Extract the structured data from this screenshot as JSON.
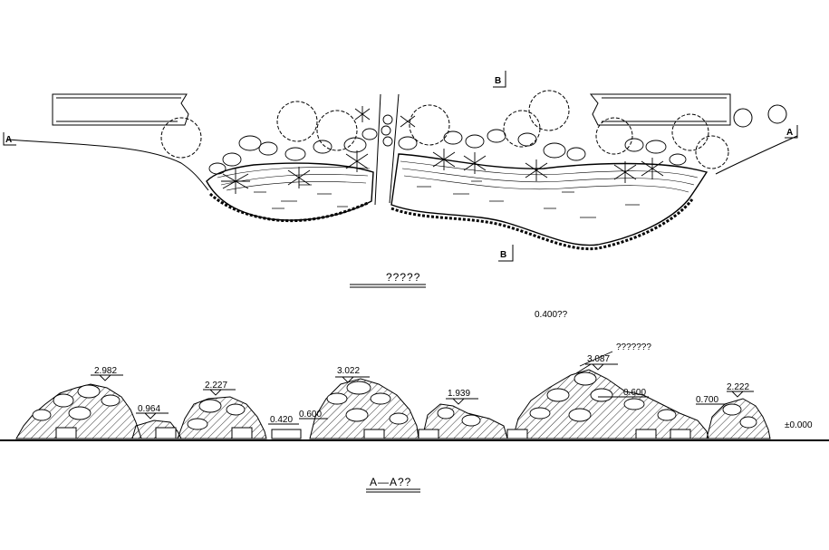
{
  "plan": {
    "title": "?????",
    "section_mark_left": "A",
    "section_mark_right": "A",
    "section_mark_top": "B",
    "section_mark_bottom": "B"
  },
  "note_top": "0.400??",
  "callout_note": "???????",
  "section": {
    "title": "A—A??",
    "datum_label": "±0.000",
    "elevations": [
      {
        "label": "2.982"
      },
      {
        "label": "0.964"
      },
      {
        "label": "2.227"
      },
      {
        "label": "0.420"
      },
      {
        "label": "0.600"
      },
      {
        "label": "3.022"
      },
      {
        "label": "1.939"
      },
      {
        "label": "3.087"
      },
      {
        "label": "0.600"
      },
      {
        "label": "0.700"
      },
      {
        "label": "2.222"
      }
    ]
  },
  "colors": {
    "line": "#000000",
    "background": "#ffffff"
  }
}
